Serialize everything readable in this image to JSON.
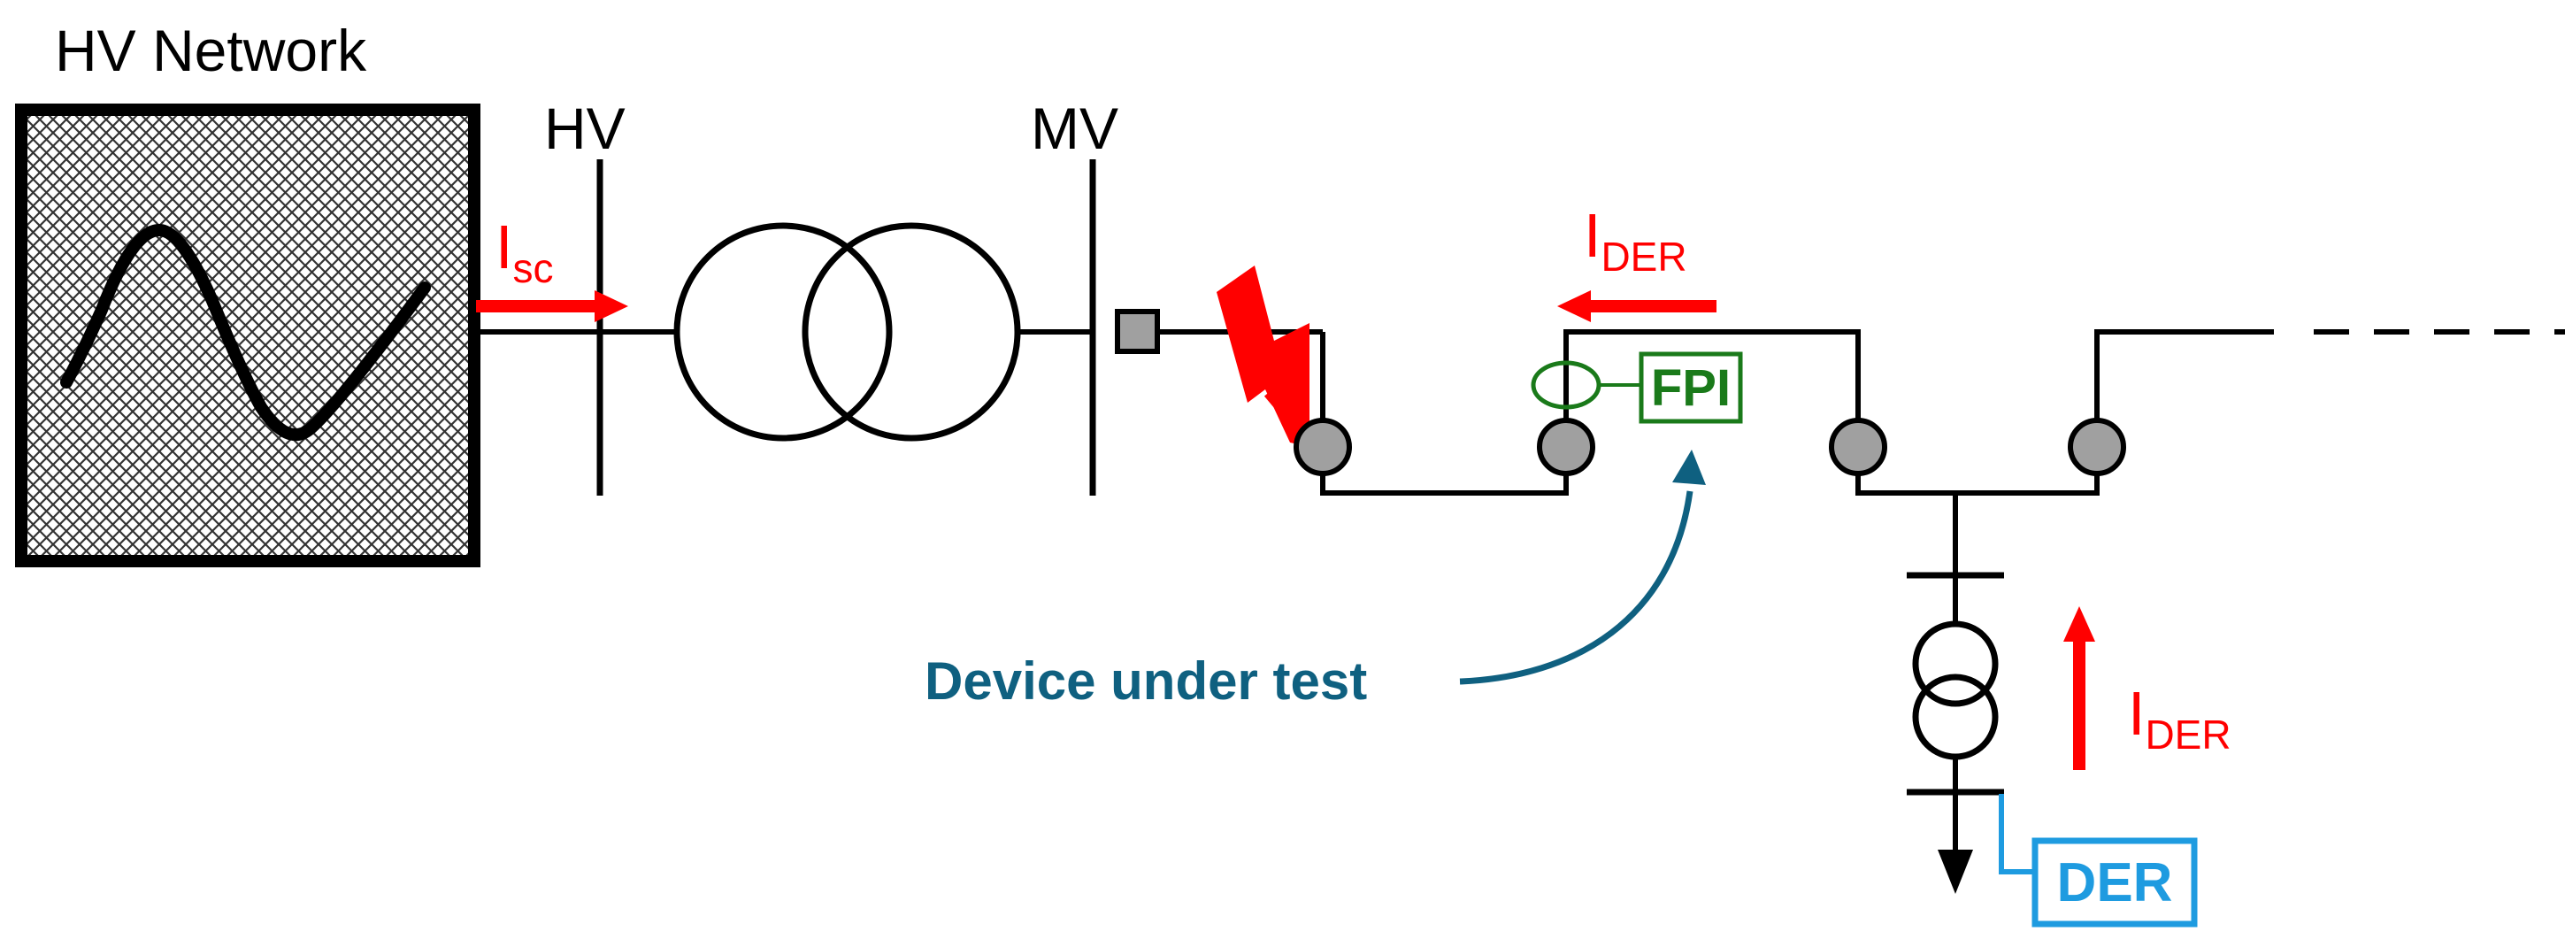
{
  "title": "HV Network",
  "bus_labels": {
    "hv": "HV",
    "mv": "MV"
  },
  "currents": {
    "isc": {
      "main": "I",
      "sub": "sc"
    },
    "ider_top": {
      "main": "I",
      "sub": "DER"
    },
    "ider_right": {
      "main": "I",
      "sub": "DER"
    }
  },
  "fpi_label": "FPI",
  "der_label": "DER",
  "device_label": "Device under test",
  "colors": {
    "line": "#000000",
    "fault_current": "#ff0000",
    "fpi": "#1a7a1a",
    "device_annotation": "#0f6080",
    "der": "#1e9be0",
    "switch_fill": "#a0a0a0"
  },
  "icons": {
    "source": "sine-wave-icon",
    "transformer": "two-winding-transformer-icon",
    "fault": "lightning-bolt-icon",
    "load": "load-arrow-icon"
  }
}
